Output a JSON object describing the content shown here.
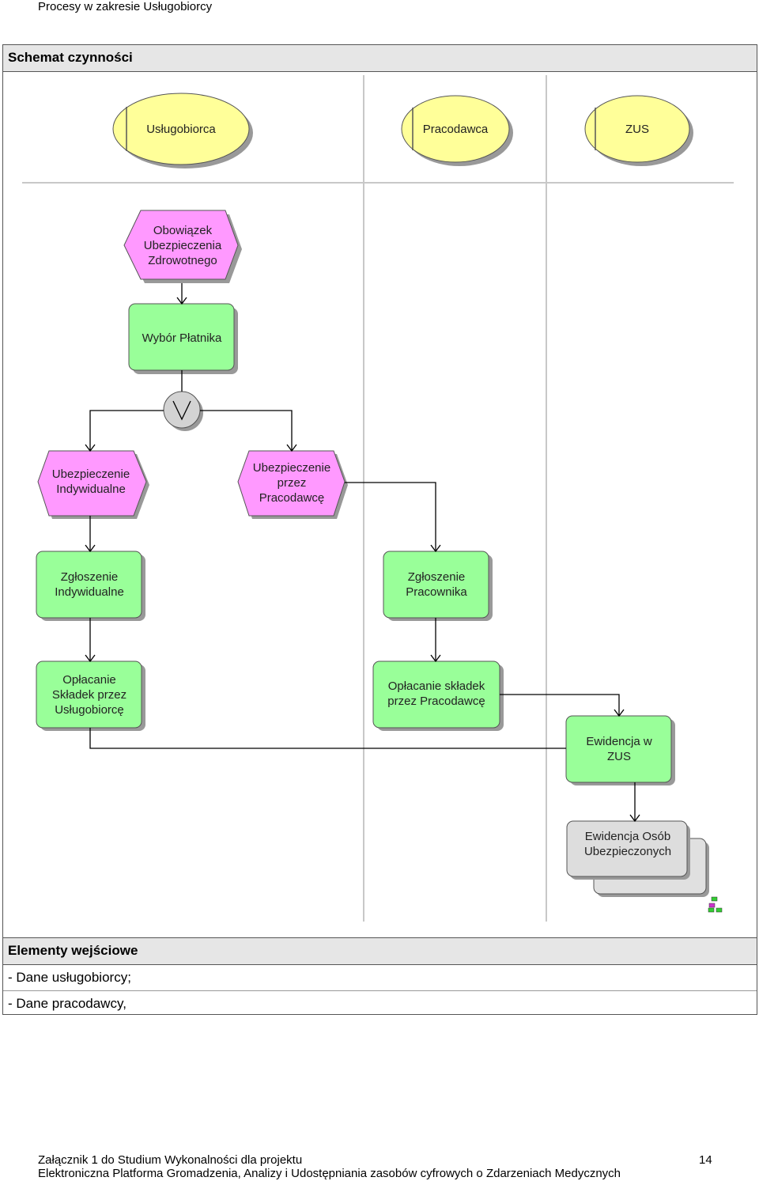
{
  "header": {
    "title": "Procesy w zakresie Usługobiorcy"
  },
  "schema_section": {
    "title": "Schemat czynności"
  },
  "lanes": [
    "Usługobiorca",
    "Pracodawca",
    "ZUS"
  ],
  "nodes": {
    "event_obowiazek": "Obowiązek Ubezpieczenia Zdrowotnego",
    "fn_wybor": "Wybór Płatnika",
    "event_indyw": "Ubezpieczenie Indywidualne",
    "event_pracodawca": "Ubezpieczenie przez Pracodawcę",
    "fn_zgl_indyw": "Zgłoszenie Indywidualne",
    "fn_zgl_prac": "Zgłoszenie Pracownika",
    "fn_oplacanie_usl": "Opłacanie Składek przez Usługobiorcę",
    "fn_oplacanie_prac": "Opłacanie składek przez Pracodawcę",
    "fn_ewidencja": "Ewidencja w ZUS",
    "doc_ewidencja": "Ewidencja Osób Ubezpieczonych"
  },
  "inputs_section": {
    "title": "Elementy wejściowe",
    "items": [
      "- Dane usługobiorcy;",
      "- Dane pracodawcy,"
    ]
  },
  "footer": {
    "line1": "Załącznik 1 do Studium Wykonalności dla projektu",
    "line2": "Elektroniczna Platforma Gromadzenia, Analizy i Udostępniania zasobów cyfrowych o Zdarzeniach Medycznych",
    "page_number": "14"
  },
  "colors": {
    "lane_header": "#ffff99",
    "event": "#ff99ff",
    "function": "#99ff99",
    "document": "#dddddd",
    "connector": "#000000"
  }
}
